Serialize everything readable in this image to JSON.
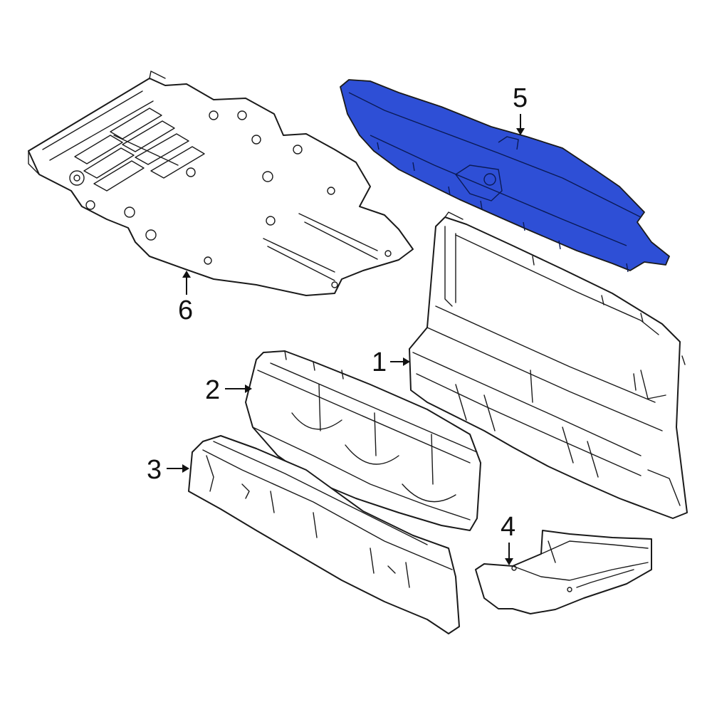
{
  "callouts": [
    {
      "id": "1",
      "label": "1"
    },
    {
      "id": "2",
      "label": "2"
    },
    {
      "id": "3",
      "label": "3"
    },
    {
      "id": "4",
      "label": "4"
    },
    {
      "id": "5",
      "label": "5"
    },
    {
      "id": "6",
      "label": "6"
    }
  ],
  "highlight_part": "5",
  "colors": {
    "highlight": "#2e4fd6",
    "outline": "#1a1a1a",
    "background": "#ffffff"
  }
}
